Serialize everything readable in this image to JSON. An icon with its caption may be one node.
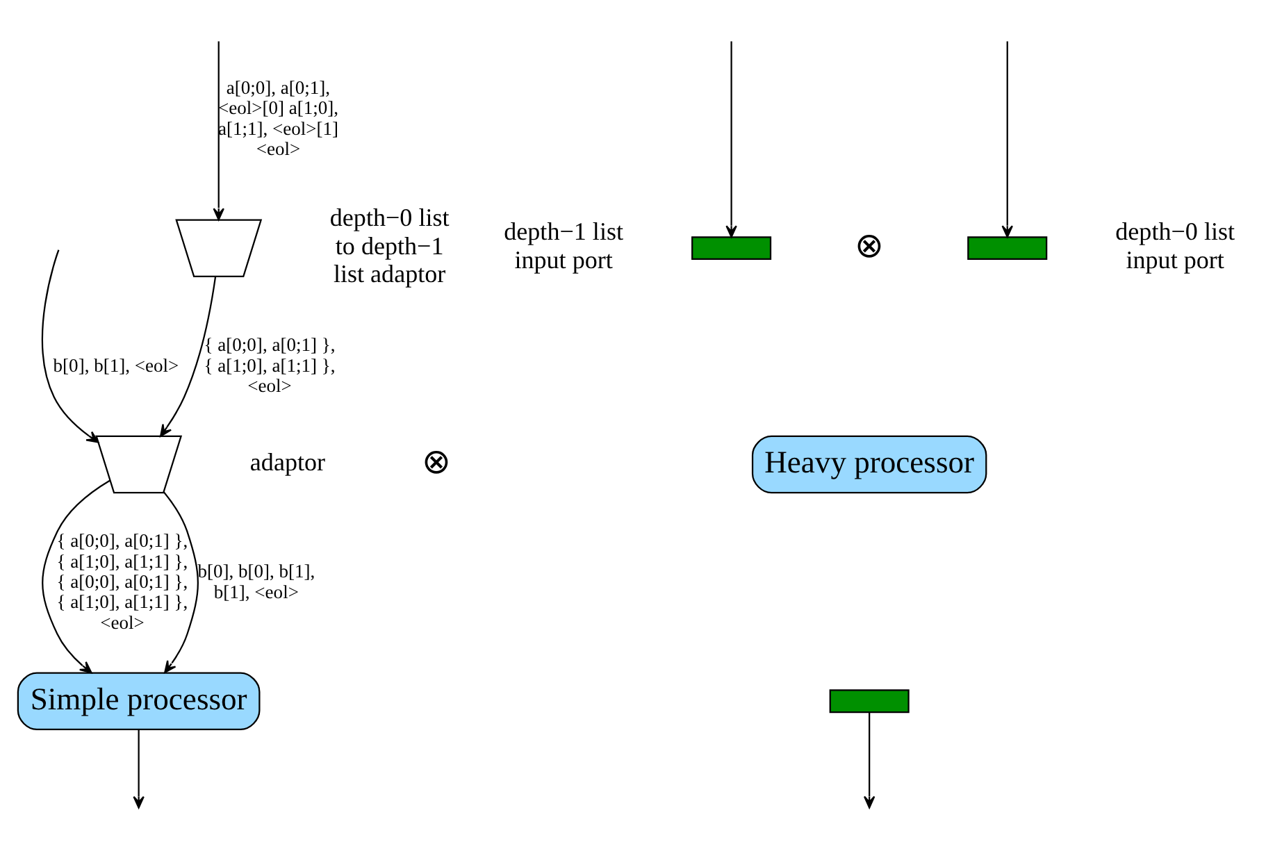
{
  "diagram": {
    "nodes": [
      {
        "text": [],
        "shape": "bowtie",
        "beside": [
          "depth−0 list to depth−1 list adaptor"
        ]
      },
      {
        "text": [],
        "shape": "bowtie",
        "beside": [
          "adaptor"
        ]
      },
      {
        "text": [
          "Simple processor"
        ]
      },
      {
        "text": [
          "Heavy processor"
        ]
      },
      {
        "text": [],
        "shape": "box",
        "beside": [
          "depth−1 list input port"
        ]
      },
      {
        "text": [],
        "shape": "box",
        "beside": [
          "depth−0 list input port"
        ]
      },
      {
        "text": [],
        "shape": "box"
      }
    ],
    "edges": [
      {
        "from": null,
        "to": 0,
        "arrow": "to",
        "label": "a[0;0], a[0;1], <eol>[0] a[1;0], a[1;1], <eol>[1] <eol>"
      },
      {
        "from": 0,
        "to": 1,
        "arrow": "to",
        "label": "{ a[0;0], a[0;1] }, { a[1;0], a[1;1] }, <eol>"
      },
      {
        "from": null,
        "to": 1,
        "arrow": "to",
        "label": "b[0], b[1], <eol>"
      },
      {
        "from": 1,
        "to": 2,
        "arrow": "to",
        "label": "{ a[0;0], a[0;1] }, { a[1;0], a[1;1] }, { a[0;0], a[0;1] }, { a[1;0], a[1;1] }, <eol>"
      },
      {
        "from": 1,
        "to": 2,
        "arrow": "to",
        "label": "b[0], b[0], b[1], b[1], <eol>"
      },
      {
        "from": 2,
        "to": null,
        "arrow": "to"
      },
      {
        "from": null,
        "to": 4,
        "arrow": "to"
      },
      {
        "from": null,
        "to": 5,
        "arrow": "to"
      },
      {
        "from": 6,
        "to": null,
        "arrow": "to"
      }
    ],
    "labels": [
      "⊗",
      "⊗"
    ]
  }
}
